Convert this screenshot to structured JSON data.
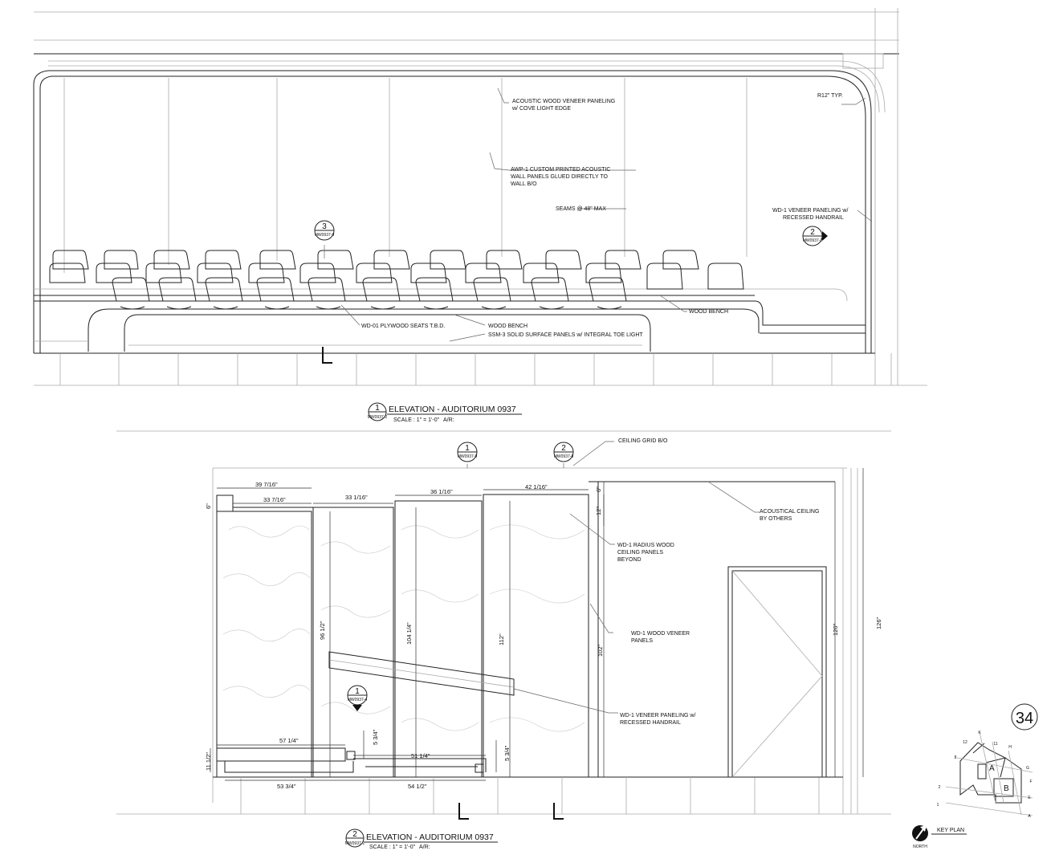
{
  "elevation_top": {
    "notes": {
      "acoustic_panel": [
        "ACOUSTIC WOOD VENEER PANELING",
        "w/ COVE LIGHT EDGE"
      ],
      "radius": "R12\" TYP.",
      "awp": [
        "AWP-1 CUSTOM PRINTED ACOUSTIC",
        "WALL PANELS GLUED DIRECTLY TO",
        "WALL B/O"
      ],
      "seams": "SEAMS @ 48\" MAX",
      "wd1_paneling": [
        "WD-1 VENEER PANELING w/",
        "RECESSED HANDRAIL"
      ],
      "wood_bench_right": "WOOD BENCH",
      "plywood_seats": "WD-01 PLYWOOD SEATS T.B.D.",
      "wood_bench": "WOOD BENCH",
      "ssm": "SSM-3 SOLID SURFACE PANELS w/ INTEGRAL TOE LIGHT"
    },
    "tag_seats": {
      "num": "3",
      "ref": "MW0937-9"
    },
    "tag_section": {
      "num": "2",
      "ref": "MW0937-2"
    },
    "title": {
      "num": "1",
      "ref": "MW0937-2",
      "text": "ELEVATION - AUDITORIUM 0937",
      "scale": "SCALE : 1\" = 1'-0\"",
      "ar": "A/R:"
    }
  },
  "elevation_bottom": {
    "dims": {
      "d1": "39 7/16\"",
      "d2": "33 7/16\"",
      "d3": "33 1/16\"",
      "d4": "36 1/16\"",
      "d5": "42 1/16\"",
      "d6": "6\"",
      "d7": "6\"",
      "d8": "12\"",
      "d9": "96 1/2\"",
      "d10": "104 1/4\"",
      "d11": "112\"",
      "d12": "102\"",
      "d13": "120\"",
      "d14": "126\"",
      "d15": "57 1/4\"",
      "d16": "5 3/4\"",
      "d17": "51 1/4\"",
      "d18": "5 3/4\"",
      "d19": "11 1/2\"",
      "d20": "53 3/4\"",
      "d21": "54 1/2\""
    },
    "notes": {
      "ceiling_grid": "CEILING GRID B/O",
      "acoustical_ceiling": [
        "ACOUSTICAL CEILING",
        "BY OTHERS"
      ],
      "radius_panels": [
        "WD-1 RADIUS WOOD",
        "CEILING PANELS",
        "BEYOND"
      ],
      "wood_veneer": [
        "WD-1 WOOD VENEER",
        "PANELS"
      ],
      "handrail": [
        "WD-1 VENEER PANELING w/",
        "RECESSED HANDRAIL"
      ]
    },
    "tag_a": {
      "num": "1",
      "ref": "MW0937-9"
    },
    "tag_b": {
      "num": "2",
      "ref": "MW0937-8"
    },
    "tag_c": {
      "num": "1",
      "ref": "MW0937-4"
    },
    "title": {
      "num": "2",
      "ref": "MW0937-2",
      "text": "ELEVATION - AUDITORIUM 0937",
      "scale": "SCALE : 1\" = 1'-0\"",
      "ar": "A/R:"
    }
  },
  "sheet": {
    "page_number": "34"
  },
  "key_plan": {
    "label": "KEY PLAN",
    "north": "NORTH",
    "areas": [
      "A",
      "B"
    ],
    "grid_letters": [
      "K",
      "H",
      "G",
      "F",
      "E",
      "A"
    ],
    "grid_numbers": [
      "12",
      "11",
      "8",
      "2",
      "1"
    ]
  }
}
